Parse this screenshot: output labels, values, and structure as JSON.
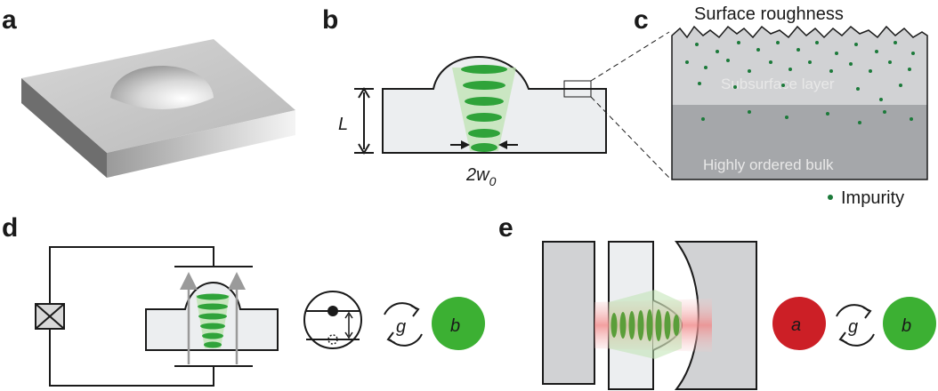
{
  "panels": {
    "a": {
      "label": "a"
    },
    "b": {
      "label": "b",
      "length_label": "L",
      "waist_label": "2w",
      "waist_subscript": "0"
    },
    "c": {
      "label": "c",
      "title": "Surface roughness",
      "subsurface_label": "Subsurface layer",
      "bulk_label": "Highly ordered bulk",
      "impurity_label": "Impurity"
    },
    "d": {
      "label": "d",
      "coupling_label": "g",
      "mode_label": "b"
    },
    "e": {
      "label": "e",
      "mode_a_label": "a",
      "coupling_label": "g",
      "mode_b_label": "b"
    }
  },
  "colors": {
    "green": "#3cb033",
    "dark_green": "#1c7a3a",
    "red": "#cc1f26",
    "gray": "#a8a8a8",
    "light_gray": "#eceef0"
  }
}
